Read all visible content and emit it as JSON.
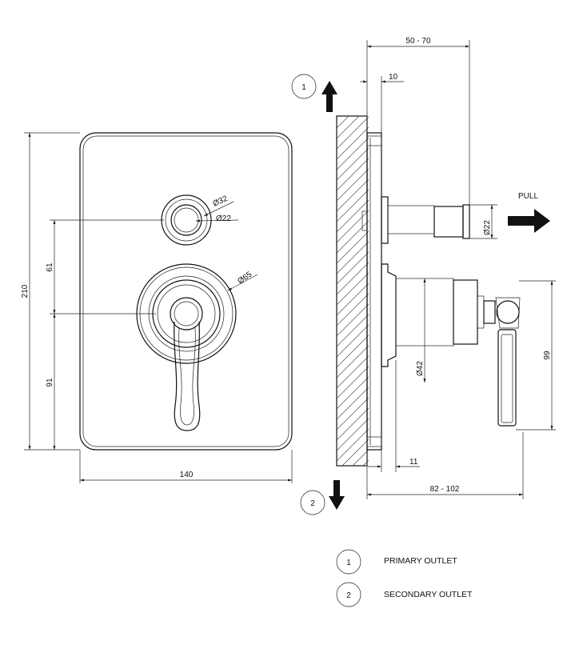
{
  "dimensions": {
    "overall_height": "210",
    "upper_offset": "61",
    "lower_offset": "91",
    "plate_width": "140",
    "outlet_outer_dia": "32",
    "outlet_inner_dia": "22",
    "escutcheon_dia": "65",
    "depth_range_top": "50 - 70",
    "plate_thickness": "10",
    "pull_knob_dia": "22",
    "body_dia": "42",
    "lever_height": "99",
    "rear_offset": "11",
    "depth_range_bottom": "82 - 102"
  },
  "pull_label": "PULL",
  "diameter_symbol": "Ø",
  "callouts": {
    "primary_number": "1",
    "secondary_number": "2"
  },
  "legend": [
    {
      "number": "1",
      "label": "PRIMARY OUTLET"
    },
    {
      "number": "2",
      "label": "SECONDARY OUTLET"
    }
  ]
}
